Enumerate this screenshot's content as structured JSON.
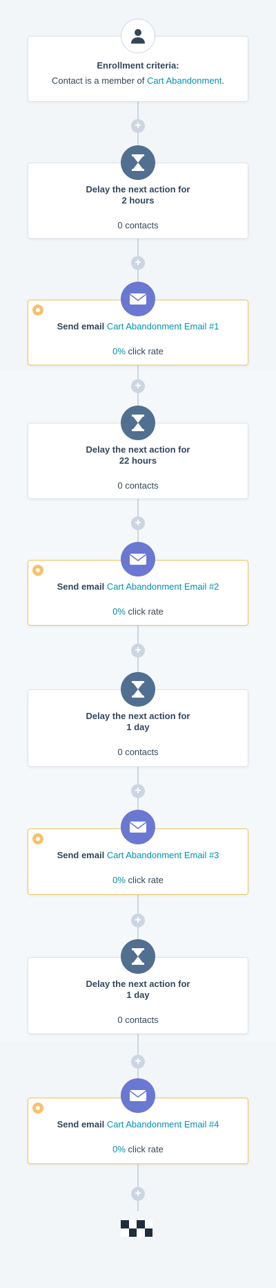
{
  "add_symbol": "+",
  "enrollment": {
    "title": "Enrollment criteria:",
    "prefix": "Contact is a member of ",
    "list_name": "Cart Abandonment",
    "suffix": "."
  },
  "steps": [
    {
      "type": "delay",
      "title": "Delay the next action for",
      "duration": "2 hours",
      "stat": "0 contacts"
    },
    {
      "type": "email",
      "prefix": "Send email ",
      "email_name": "Cart Abandonment Email #1",
      "rate": "0%",
      "rate_label": " click rate"
    },
    {
      "type": "delay",
      "title": "Delay the next action for",
      "duration": "22 hours",
      "stat": "0 contacts"
    },
    {
      "type": "email",
      "prefix": "Send email ",
      "email_name": "Cart Abandonment Email #2",
      "rate": "0%",
      "rate_label": " click rate"
    },
    {
      "type": "delay",
      "title": "Delay the next action for",
      "duration": "1 day",
      "stat": "0 contacts"
    },
    {
      "type": "email",
      "prefix": "Send email ",
      "email_name": "Cart Abandonment Email #3",
      "rate": "0%",
      "rate_label": " click rate"
    },
    {
      "type": "delay",
      "title": "Delay the next action for",
      "duration": "1 day",
      "stat": "0 contacts"
    },
    {
      "type": "email",
      "prefix": "Send email ",
      "email_name": "Cart Abandonment Email #4",
      "rate": "0%",
      "rate_label": " click rate"
    }
  ],
  "colors": {
    "background": "#f5f8fa",
    "connector": "#cbd6e2",
    "delay_icon_bg": "#516f90",
    "email_icon_bg": "#6a78d1",
    "email_border": "#f0c45e",
    "link": "#0091ae",
    "text": "#33475b"
  },
  "icons": {
    "trigger": "person-icon",
    "delay": "hourglass-icon",
    "email": "envelope-icon",
    "warning": "warning-dot-icon",
    "end": "checkered-flag-icon"
  }
}
